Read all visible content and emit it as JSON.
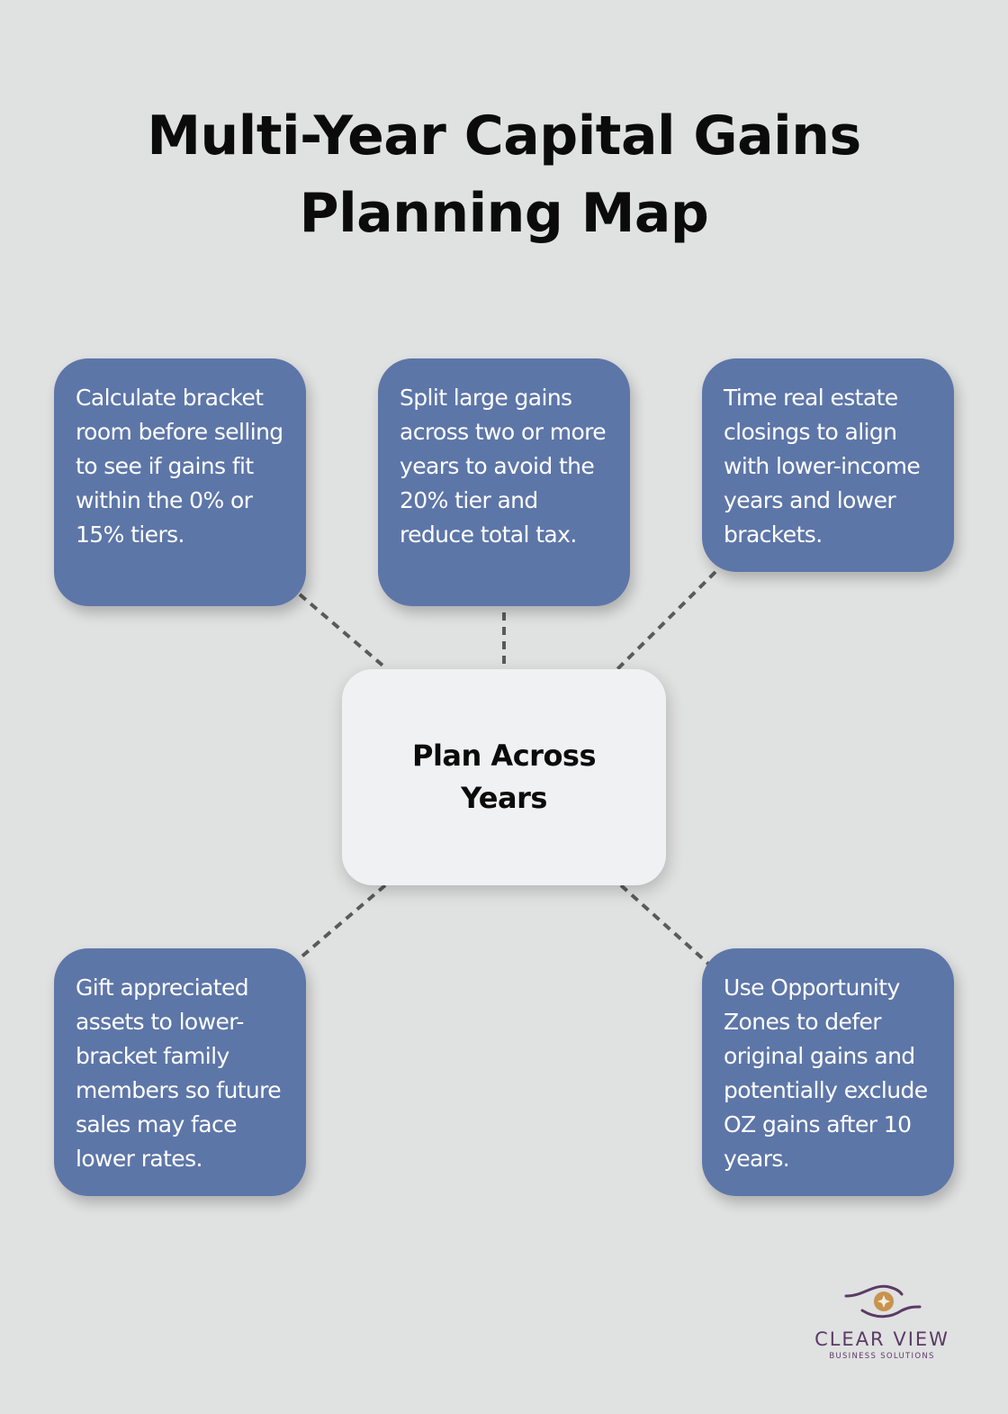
{
  "title": {
    "line1": "Multi-Year Capital Gains",
    "line2": "Planning Map"
  },
  "center": {
    "line1": "Plan Across",
    "line2": "Years"
  },
  "cards": [
    {
      "position": "top-left",
      "text": "Calculate bracket room before selling to see if gains fit within the 0% or 15% tiers."
    },
    {
      "position": "top-center",
      "text": "Split large gains across two or more years to avoid the 20% tier and reduce total tax."
    },
    {
      "position": "top-right",
      "text": "Time real estate closings to align with lower-income years and lower brackets."
    },
    {
      "position": "bottom-left",
      "text": "Gift appreciated assets to lower-bracket family members so future sales may face lower rates."
    },
    {
      "position": "bottom-right",
      "text": "Use Opportunity Zones to defer original gains and potentially exclude OZ gains after 10 years."
    }
  ],
  "colors": {
    "background": "#e0e1e1",
    "card": "#5d76a8",
    "center": "#f0f1f2",
    "connector": "#5a5a5a",
    "logo_purple": "#5b3a66",
    "logo_gold": "#c8934e"
  },
  "logo": {
    "icon": "eye-star-icon",
    "name": "CLEAR VIEW",
    "subtitle": "BUSINESS SOLUTIONS"
  }
}
